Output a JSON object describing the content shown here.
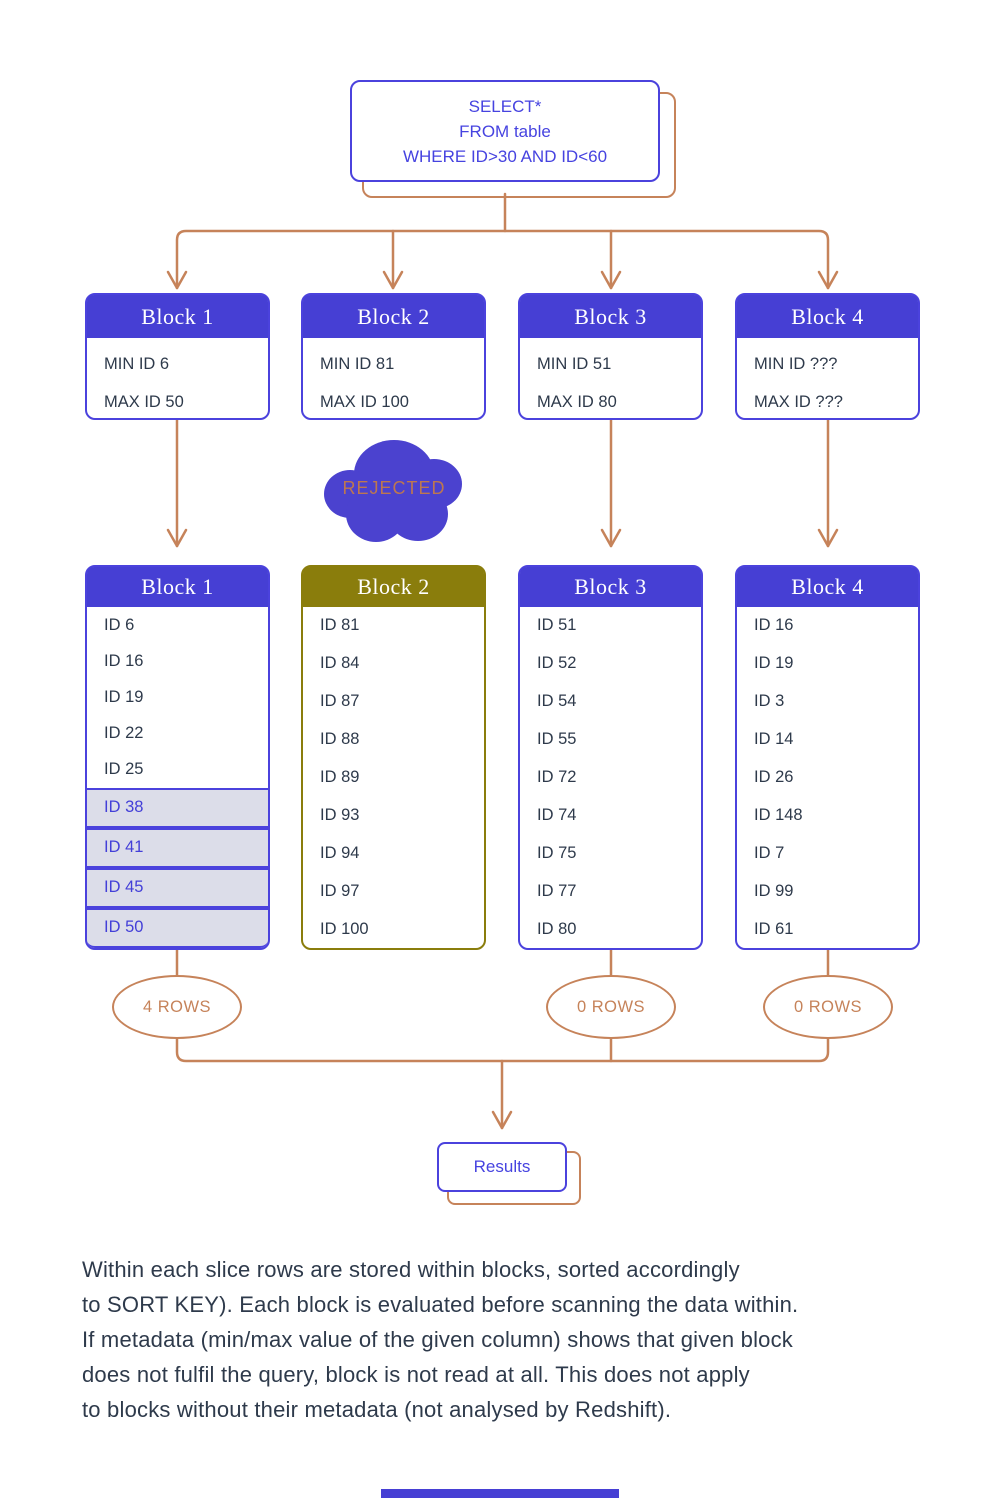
{
  "colors": {
    "primary_blue": "#463fd4",
    "olive": "#8a7d0c",
    "copper_accent": "#c6835a",
    "text_ink": "#2e3a4b",
    "highlight_row_bg": "#dcdde9"
  },
  "query_box": {
    "line1": "SELECT*",
    "line2": "FROM table",
    "line3": "WHERE ID>30 AND ID<60"
  },
  "metadata_blocks": [
    {
      "title": "Block 1",
      "min_label": "MIN ID 6",
      "max_label": "MAX ID 50"
    },
    {
      "title": "Block 2",
      "min_label": "MIN ID 81",
      "max_label": "MAX ID 100"
    },
    {
      "title": "Block 3",
      "min_label": "MIN ID 51",
      "max_label": "MAX ID 80"
    },
    {
      "title": "Block 4",
      "min_label": "MIN ID ???",
      "max_label": "MAX ID ???"
    }
  ],
  "rejected_label": "REJECTED",
  "data_blocks": [
    {
      "title": "Block 1",
      "variant": "blue",
      "rows": [
        "ID 6",
        "ID 16",
        "ID 19",
        "ID 22",
        "ID 25",
        "ID 38",
        "ID 41",
        "ID 45",
        "ID 50"
      ],
      "highlighted_row_indices": [
        5,
        6,
        7,
        8
      ]
    },
    {
      "title": "Block 2",
      "variant": "olive",
      "rows": [
        "ID 81",
        "ID 84",
        "ID 87",
        "ID 88",
        "ID 89",
        "ID 93",
        "ID 94",
        "ID 97",
        "ID 100"
      ],
      "highlighted_row_indices": []
    },
    {
      "title": "Block 3",
      "variant": "blue",
      "rows": [
        "ID 51",
        "ID 52",
        "ID 54",
        "ID 55",
        "ID 72",
        "ID 74",
        "ID 75",
        "ID 77",
        "ID 80"
      ],
      "highlighted_row_indices": []
    },
    {
      "title": "Block 4",
      "variant": "blue",
      "rows": [
        "ID 16",
        "ID 19",
        "ID 3",
        "ID 14",
        "ID 26",
        "ID 148",
        "ID 7",
        "ID 99",
        "ID 61"
      ],
      "highlighted_row_indices": []
    }
  ],
  "row_counts": [
    "4 ROWS",
    "0 ROWS",
    "0 ROWS"
  ],
  "results_label": "Results",
  "paragraph_lines": [
    "Within each slice rows are stored within blocks, sorted accordingly",
    "to SORT KEY). Each block is evaluated before scanning the data within.",
    "If metadata (min/max value of the given column) shows that given block",
    "does not fulfil the query, block is not read at all. This does not apply",
    "to blocks without their metadata (not analysed by Redshift)."
  ]
}
